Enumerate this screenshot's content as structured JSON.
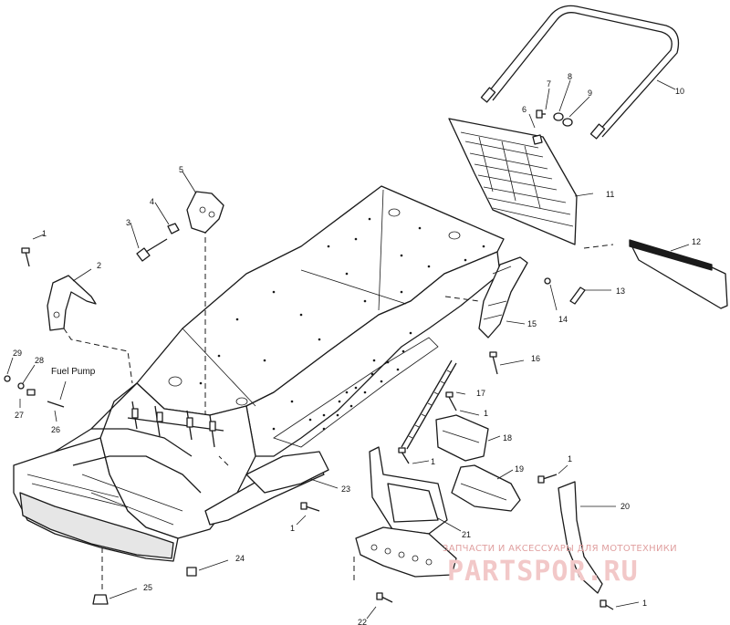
{
  "callouts": {
    "n1": "1",
    "n2": "2",
    "n3": "3",
    "n4": "4",
    "n5": "5",
    "n6": "6",
    "n7": "7",
    "n8": "8",
    "n9": "9",
    "n10": "10",
    "n11": "11",
    "n12": "12",
    "n13": "13",
    "n14": "14",
    "n15": "15",
    "n16": "16",
    "n17": "17",
    "n18": "18",
    "n19": "19",
    "n20": "20",
    "n21": "21",
    "n22": "22",
    "n23": "23",
    "n24": "24",
    "n25": "25",
    "n26": "26",
    "n27": "27",
    "n28": "28",
    "n29": "29"
  },
  "notes": {
    "fuel_pump": "Fuel Pump"
  },
  "watermark": {
    "tagline": "ЗАПЧАСТИ И АКСЕССУАРЫ ДЛЯ МОТОТЕХНИКИ",
    "brand": "PARTSPOR.RU"
  }
}
